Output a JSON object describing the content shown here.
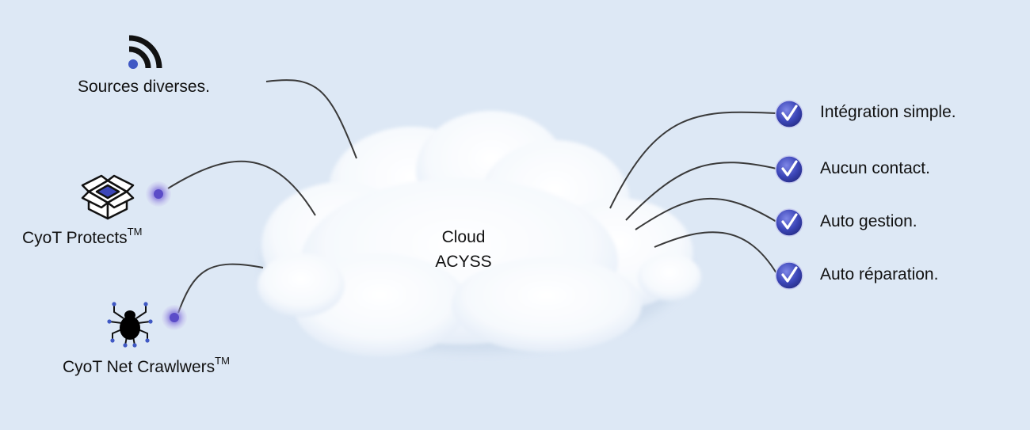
{
  "center": {
    "line1": "Cloud",
    "line2": "ACYSS"
  },
  "sources": [
    {
      "label": "Sources diverses.",
      "sup": "",
      "icon": "rss-icon"
    },
    {
      "label": "CyoT Protects",
      "sup": "TM",
      "icon": "box-icon"
    },
    {
      "label": "CyoT Net Crawlwers",
      "sup": "TM",
      "icon": "spider-icon"
    }
  ],
  "benefits": [
    {
      "label": "Intégration simple.",
      "icon": "check-icon"
    },
    {
      "label": "Aucun contact.",
      "icon": "check-icon"
    },
    {
      "label": "Auto gestion.",
      "icon": "check-icon"
    },
    {
      "label": "Auto réparation.",
      "icon": "check-icon"
    }
  ],
  "colors": {
    "background": "#dde8f5",
    "accent": "#3b4bb0",
    "line": "#3a3a3a",
    "cloud": "#ffffff"
  }
}
